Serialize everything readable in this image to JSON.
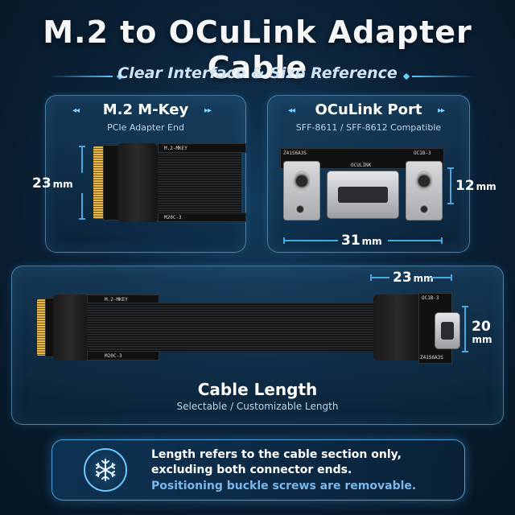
{
  "header": {
    "title": "M.2 to OCuLink Adapter Cable",
    "subtitle": "Clear Interface & Size Reference"
  },
  "m2_panel": {
    "title": "M.2 M-Key",
    "subtitle": "PCIe Adapter End",
    "height_value": "23",
    "unit": "mm",
    "silk_top": "M.2-MKEY",
    "silk_bottom": "M20C-3"
  },
  "oculink_panel": {
    "title": "OCuLink Port",
    "subtitle": "SFF-8611 / SFF-8612 Compatible",
    "height_value": "12",
    "width_value": "31",
    "unit": "mm",
    "silk_left": "Z41S6A3S",
    "silk_right": "OC1B-3",
    "silk_port": "OCULINK"
  },
  "cable_panel": {
    "title": "Cable Length",
    "subtitle": "Selectable / Customizable Length",
    "width_value": "23",
    "height_value": "20",
    "unit": "mm",
    "silk_left_top": "M.2-MKEY",
    "silk_left_bottom": "M20C-3",
    "silk_right_top": "OC1B-3",
    "silk_right_bottom": "Z41S6A3S"
  },
  "info": {
    "icon": "snowflake-icon",
    "line1": "Length refers to the cable section only,",
    "line2": "excluding both connector ends.",
    "line3": "Positioning buckle screws are removable."
  },
  "colors": {
    "accent": "#4aa8e0",
    "highlight": "#78b8ec",
    "background": "#0b2238"
  }
}
